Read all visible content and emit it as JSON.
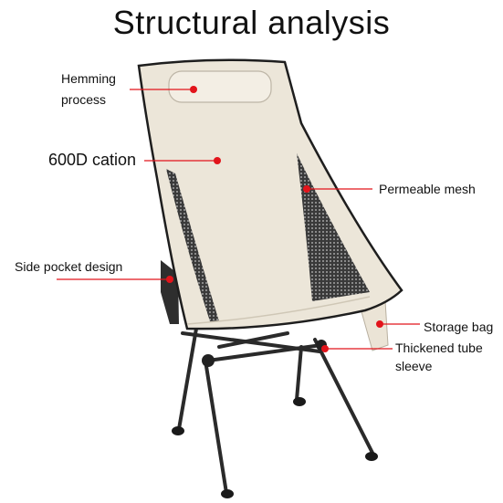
{
  "title": "Structural analysis",
  "callouts": {
    "hemming_line1": "Hemming",
    "hemming_line2": "process",
    "fabric": "600D cation",
    "mesh": "Permeable mesh",
    "side_pocket": "Side pocket design",
    "storage_bag": "Storage bag",
    "tube_line1": "Thickened tube",
    "tube_line2": "sleeve"
  },
  "colors": {
    "fabric": "#ece6d9",
    "frame": "#1c1c1c",
    "mesh": "#2b2b2b",
    "callout_dot": "#e2141b",
    "callout_line": "#e2141b"
  }
}
